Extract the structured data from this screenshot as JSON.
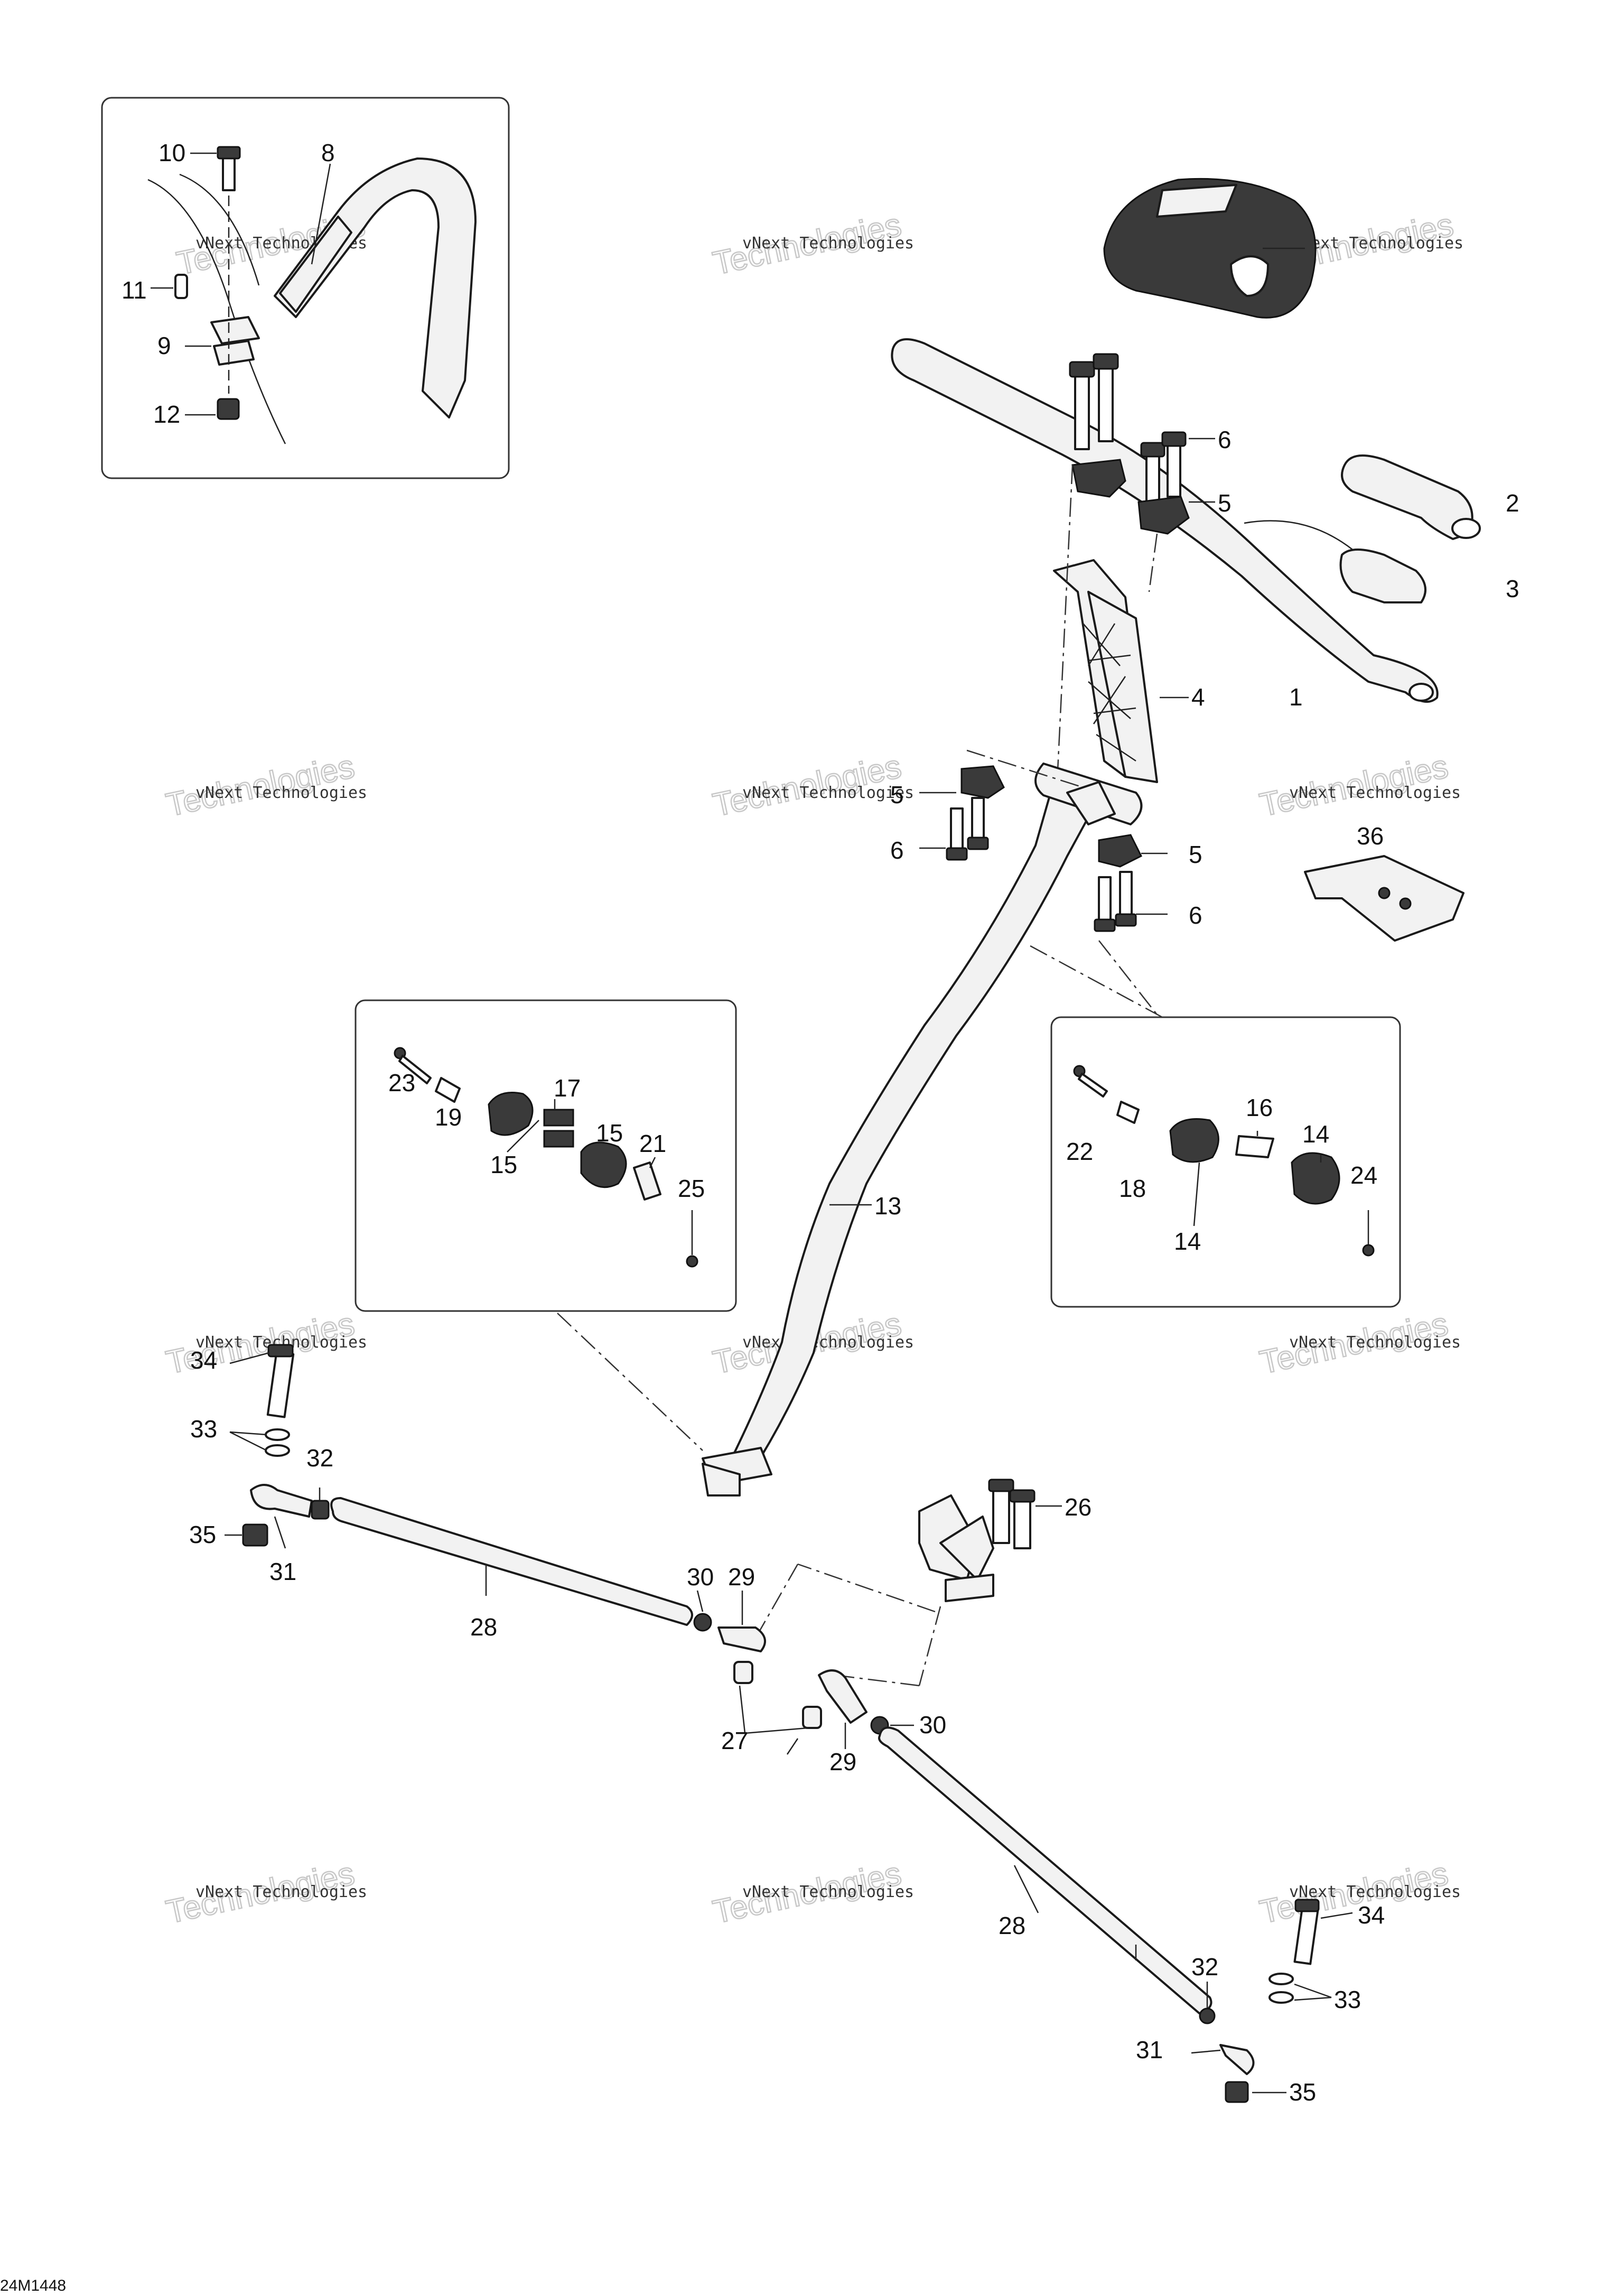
{
  "document": {
    "diagram_id": "24M1448"
  },
  "watermark": {
    "line1": "vNext Technologies",
    "line2": "Technologies"
  },
  "callouts": {
    "c1": "1",
    "c2": "2",
    "c3": "3",
    "c4": "4",
    "c5a": "5",
    "c5b": "5",
    "c5c": "5",
    "c6a": "6",
    "c6b": "6",
    "c6c": "6",
    "c8": "8",
    "c9": "9",
    "c10": "10",
    "c11": "11",
    "c12": "12",
    "c13": "13",
    "c14a": "14",
    "c14b": "14",
    "c15a": "15",
    "c15b": "15",
    "c16": "16",
    "c17": "17",
    "c18": "18",
    "c19": "19",
    "c21": "21",
    "c22": "22",
    "c23": "23",
    "c24": "24",
    "c25": "25",
    "c26": "26",
    "c27": "27",
    "c28a": "28",
    "c28b": "28",
    "c29a": "29",
    "c29b": "29",
    "c30a": "30",
    "c30b": "30",
    "c31a": "31",
    "c31b": "31",
    "c32a": "32",
    "c32b": "32",
    "c33a": "33",
    "c33b": "33",
    "c34a": "34",
    "c34b": "34",
    "c35a": "35",
    "c35b": "35",
    "c36": "36"
  }
}
